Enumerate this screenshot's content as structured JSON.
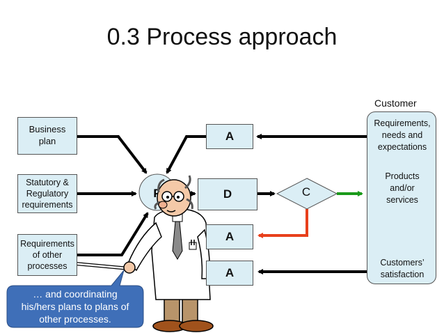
{
  "title": "0.3 Process approach",
  "inputs": {
    "business_plan": "Business\nplan",
    "statutory": "Statutory  &\nRegulatory\nrequirements",
    "other_processes": "Requirements\nof other\nprocesses"
  },
  "pdca": {
    "plan": "P",
    "do": "D",
    "check": "C",
    "act_top": "A",
    "act_mid": "A",
    "act_bottom": "A"
  },
  "customer": {
    "label": "Customer",
    "requirements": "Requirements,\nneeds and\nexpectations",
    "products": "Products\nand/or\nservices",
    "satisfaction": "Customers’\nsatisfaction"
  },
  "callout": "… and coordinating\nhis/hers plans to plans of\nother processes.",
  "colors": {
    "box_fill": "#dbeef5",
    "arrow_black": "#000000",
    "arrow_green": "#1a9a1a",
    "arrow_red": "#e8401c",
    "callout_fill": "#3f6fb8"
  }
}
